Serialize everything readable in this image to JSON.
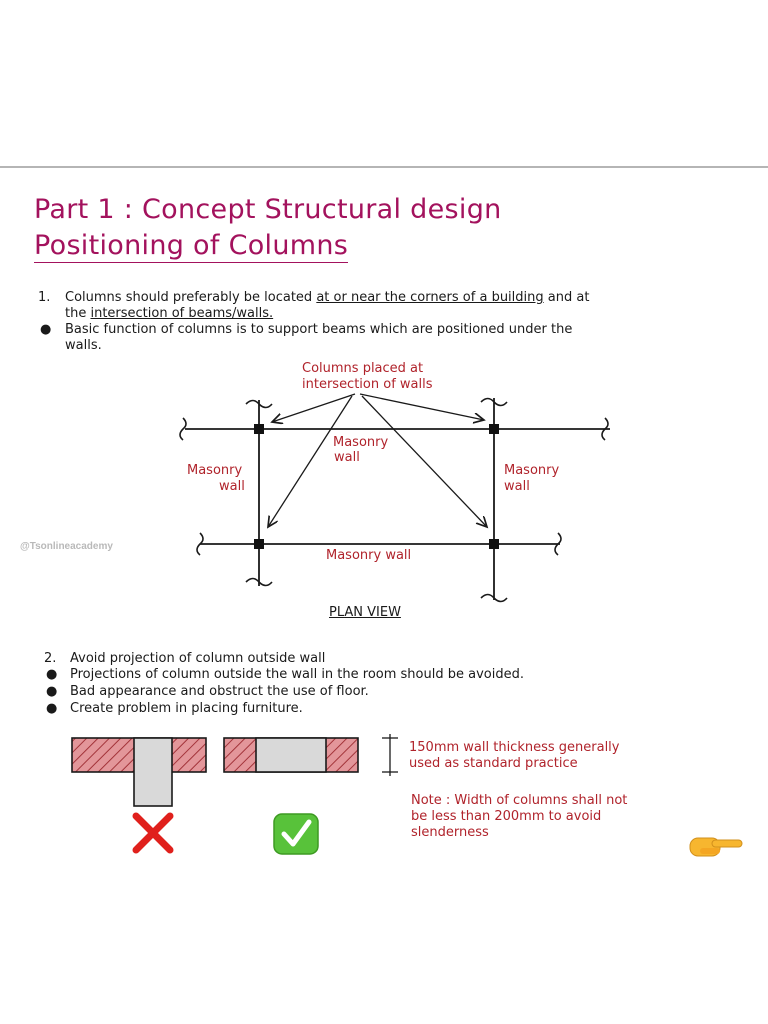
{
  "title": {
    "line1": "Part 1 : Concept Structural design",
    "line2": "Positioning of Columns"
  },
  "section1": {
    "number": "1.",
    "line1_a": "Columns should preferably be located ",
    "line1_b": "at or near the corners of a building",
    "line1_c": " and at",
    "line2_a": "the ",
    "line2_b": "intersection of beams/walls.",
    "bullet_text_1": "Basic function of columns is to support beams which are positioned under the",
    "bullet_text_2": "walls."
  },
  "plan": {
    "callout_1": "Columns placed at",
    "callout_2": "intersection of walls",
    "masonry_center_1": "Masonry",
    "masonry_center_2": "wall",
    "masonry_left_1": "Masonry",
    "masonry_left_2": "wall",
    "masonry_right_1": "Masonry",
    "masonry_right_2": "wall",
    "masonry_bottom": "Masonry wall",
    "view_label": "PLAN VIEW"
  },
  "watermark": "@Tsonlineacademy",
  "section2": {
    "number": "2.",
    "heading": "Avoid projection of column outside wall",
    "bullets": [
      "Projections of column outside the wall in the room should be avoided.",
      "Bad appearance and obstruct the use of floor.",
      "Create problem in placing furniture."
    ]
  },
  "notes": {
    "thickness_1": "150mm wall thickness generally",
    "thickness_2": "used as standard practice",
    "note_1": "Note : Width of columns shall not",
    "note_2": "be less than 200mm to avoid",
    "note_3": "slenderness"
  },
  "icons": {
    "wrong": "cross-mark-icon",
    "right": "check-mark-icon",
    "pointer": "pointing-hand-icon"
  },
  "colors": {
    "title": "#a3125d",
    "annotation": "#b0232b",
    "wall_hatch": "#d9787c",
    "column": "#d9d9d9"
  }
}
